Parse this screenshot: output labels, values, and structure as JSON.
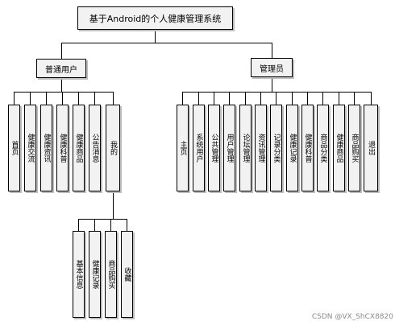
{
  "title": "基于Android的个人健康管理系统",
  "groups": {
    "user": {
      "label": "普通用户",
      "items": [
        "首页",
        "健康交流",
        "健康资讯",
        "健康科普",
        "健康商品",
        "公告消息",
        "我的"
      ],
      "my_items": [
        "基本信息",
        "健康记录",
        "商品购买",
        "收藏"
      ]
    },
    "admin": {
      "label": "管理员",
      "items": [
        "主页",
        "系统用户",
        "公共管理",
        "用户管理",
        "论坛管理",
        "资讯管理",
        "记录分类",
        "健康记录",
        "健康科普",
        "商品分类",
        "健康商品",
        "商品购买",
        "退出"
      ]
    }
  },
  "watermark": "CSDN @VX_ShCX8820"
}
